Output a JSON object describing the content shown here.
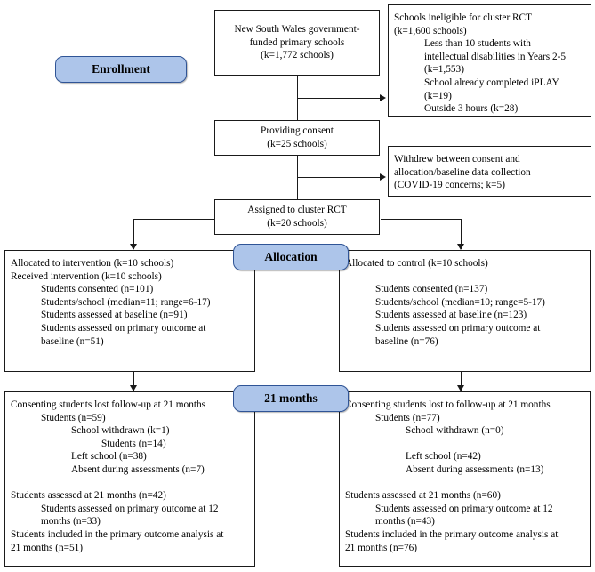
{
  "diagram": {
    "title": "CONSORT cluster RCT participant flow diagram",
    "accent_color": "#adc5ea",
    "accent_border_color": "#2f5496",
    "line_color": "#1a1a1a"
  },
  "stage_labels": {
    "enrollment": "Enrollment",
    "allocation": "Allocation",
    "followup": "21 months"
  },
  "boxes": {
    "source": {
      "lines": [
        "New South Wales government-",
        "funded primary schools",
        "(k=1,772 schools)"
      ]
    },
    "ineligible": {
      "lines": [
        {
          "indent": 0,
          "text": "Schools ineligible for cluster RCT"
        },
        {
          "indent": 0,
          "text": "(k=1,600 schools)"
        },
        {
          "indent": 1,
          "text": "Less than 10 students with"
        },
        {
          "indent": 1,
          "text": "intellectual disabilities in Years 2-5"
        },
        {
          "indent": 1,
          "text": "(k=1,553)"
        },
        {
          "indent": 1,
          "text": "School already completed iPLAY"
        },
        {
          "indent": 1,
          "text": "(k=19)"
        },
        {
          "indent": 1,
          "text": "Outside 3 hours (k=28)"
        }
      ]
    },
    "consent": {
      "lines": [
        "Providing consent",
        "(k=25 schools)"
      ]
    },
    "withdrew": {
      "lines": [
        {
          "indent": 0,
          "text": "Withdrew between consent and"
        },
        {
          "indent": 0,
          "text": "allocation/baseline data collection"
        },
        {
          "indent": 0,
          "text": "(COVID-19 concerns; k=5)"
        }
      ]
    },
    "assigned": {
      "lines": [
        "Assigned to cluster RCT",
        "(k=20 schools)"
      ]
    },
    "intervention_allocation": {
      "lines": [
        {
          "indent": 0,
          "text": "Allocated to intervention (k=10 schools)"
        },
        {
          "indent": 0,
          "text": "Received intervention (k=10 schools)"
        },
        {
          "indent": 1,
          "text": "Students consented (n=101)"
        },
        {
          "indent": 1,
          "text": "Students/school (median=11; range=6-17)"
        },
        {
          "indent": 1,
          "text": "Students assessed at baseline (n=91)"
        },
        {
          "indent": 1,
          "text": "Students assessed on primary outcome at"
        },
        {
          "indent": 1,
          "text": "baseline (n=51)"
        }
      ]
    },
    "control_allocation": {
      "lines": [
        {
          "indent": 0,
          "text": "Allocated to control (k=10 schools)"
        },
        {
          "indent": 0,
          "text": ""
        },
        {
          "indent": 1,
          "text": "Students consented (n=137)"
        },
        {
          "indent": 1,
          "text": "Students/school (median=10; range=5-17)"
        },
        {
          "indent": 1,
          "text": "Students assessed at baseline (n=123)"
        },
        {
          "indent": 1,
          "text": "Students assessed on primary outcome at"
        },
        {
          "indent": 1,
          "text": "baseline (n=76)"
        }
      ]
    },
    "intervention_followup": {
      "lines": [
        {
          "indent": 0,
          "text": "Consenting students lost follow-up at 21 months"
        },
        {
          "indent": 1,
          "text": "Students (n=59)"
        },
        {
          "indent": 2,
          "text": "School withdrawn (k=1)"
        },
        {
          "indent": 3,
          "text": "Students (n=14)"
        },
        {
          "indent": 2,
          "text": "Left school (n=38)"
        },
        {
          "indent": 2,
          "text": "Absent during assessments (n=7)"
        },
        {
          "indent": 0,
          "text": ""
        },
        {
          "indent": 0,
          "text": "Students assessed at 21 months (n=42)"
        },
        {
          "indent": 1,
          "text": "Students assessed on primary outcome at 12"
        },
        {
          "indent": 1,
          "text": "months (n=33)"
        },
        {
          "indent": 0,
          "text": "Students included in the primary outcome analysis at"
        },
        {
          "indent": 0,
          "text": "21 months (n=51)"
        }
      ]
    },
    "control_followup": {
      "lines": [
        {
          "indent": 0,
          "text": "Consenting students lost to follow-up at 21 months"
        },
        {
          "indent": 1,
          "text": "Students (n=77)"
        },
        {
          "indent": 2,
          "text": "School withdrawn (n=0)"
        },
        {
          "indent": 3,
          "text": ""
        },
        {
          "indent": 2,
          "text": "Left school (n=42)"
        },
        {
          "indent": 2,
          "text": "Absent during assessments (n=13)"
        },
        {
          "indent": 0,
          "text": ""
        },
        {
          "indent": 0,
          "text": "Students assessed at 21 months (n=60)"
        },
        {
          "indent": 1,
          "text": "Students assessed on primary outcome at 12"
        },
        {
          "indent": 1,
          "text": "months (n=43)"
        },
        {
          "indent": 0,
          "text": "Students included in the primary outcome analysis at"
        },
        {
          "indent": 0,
          "text": "21 months (n=76)"
        }
      ]
    }
  }
}
